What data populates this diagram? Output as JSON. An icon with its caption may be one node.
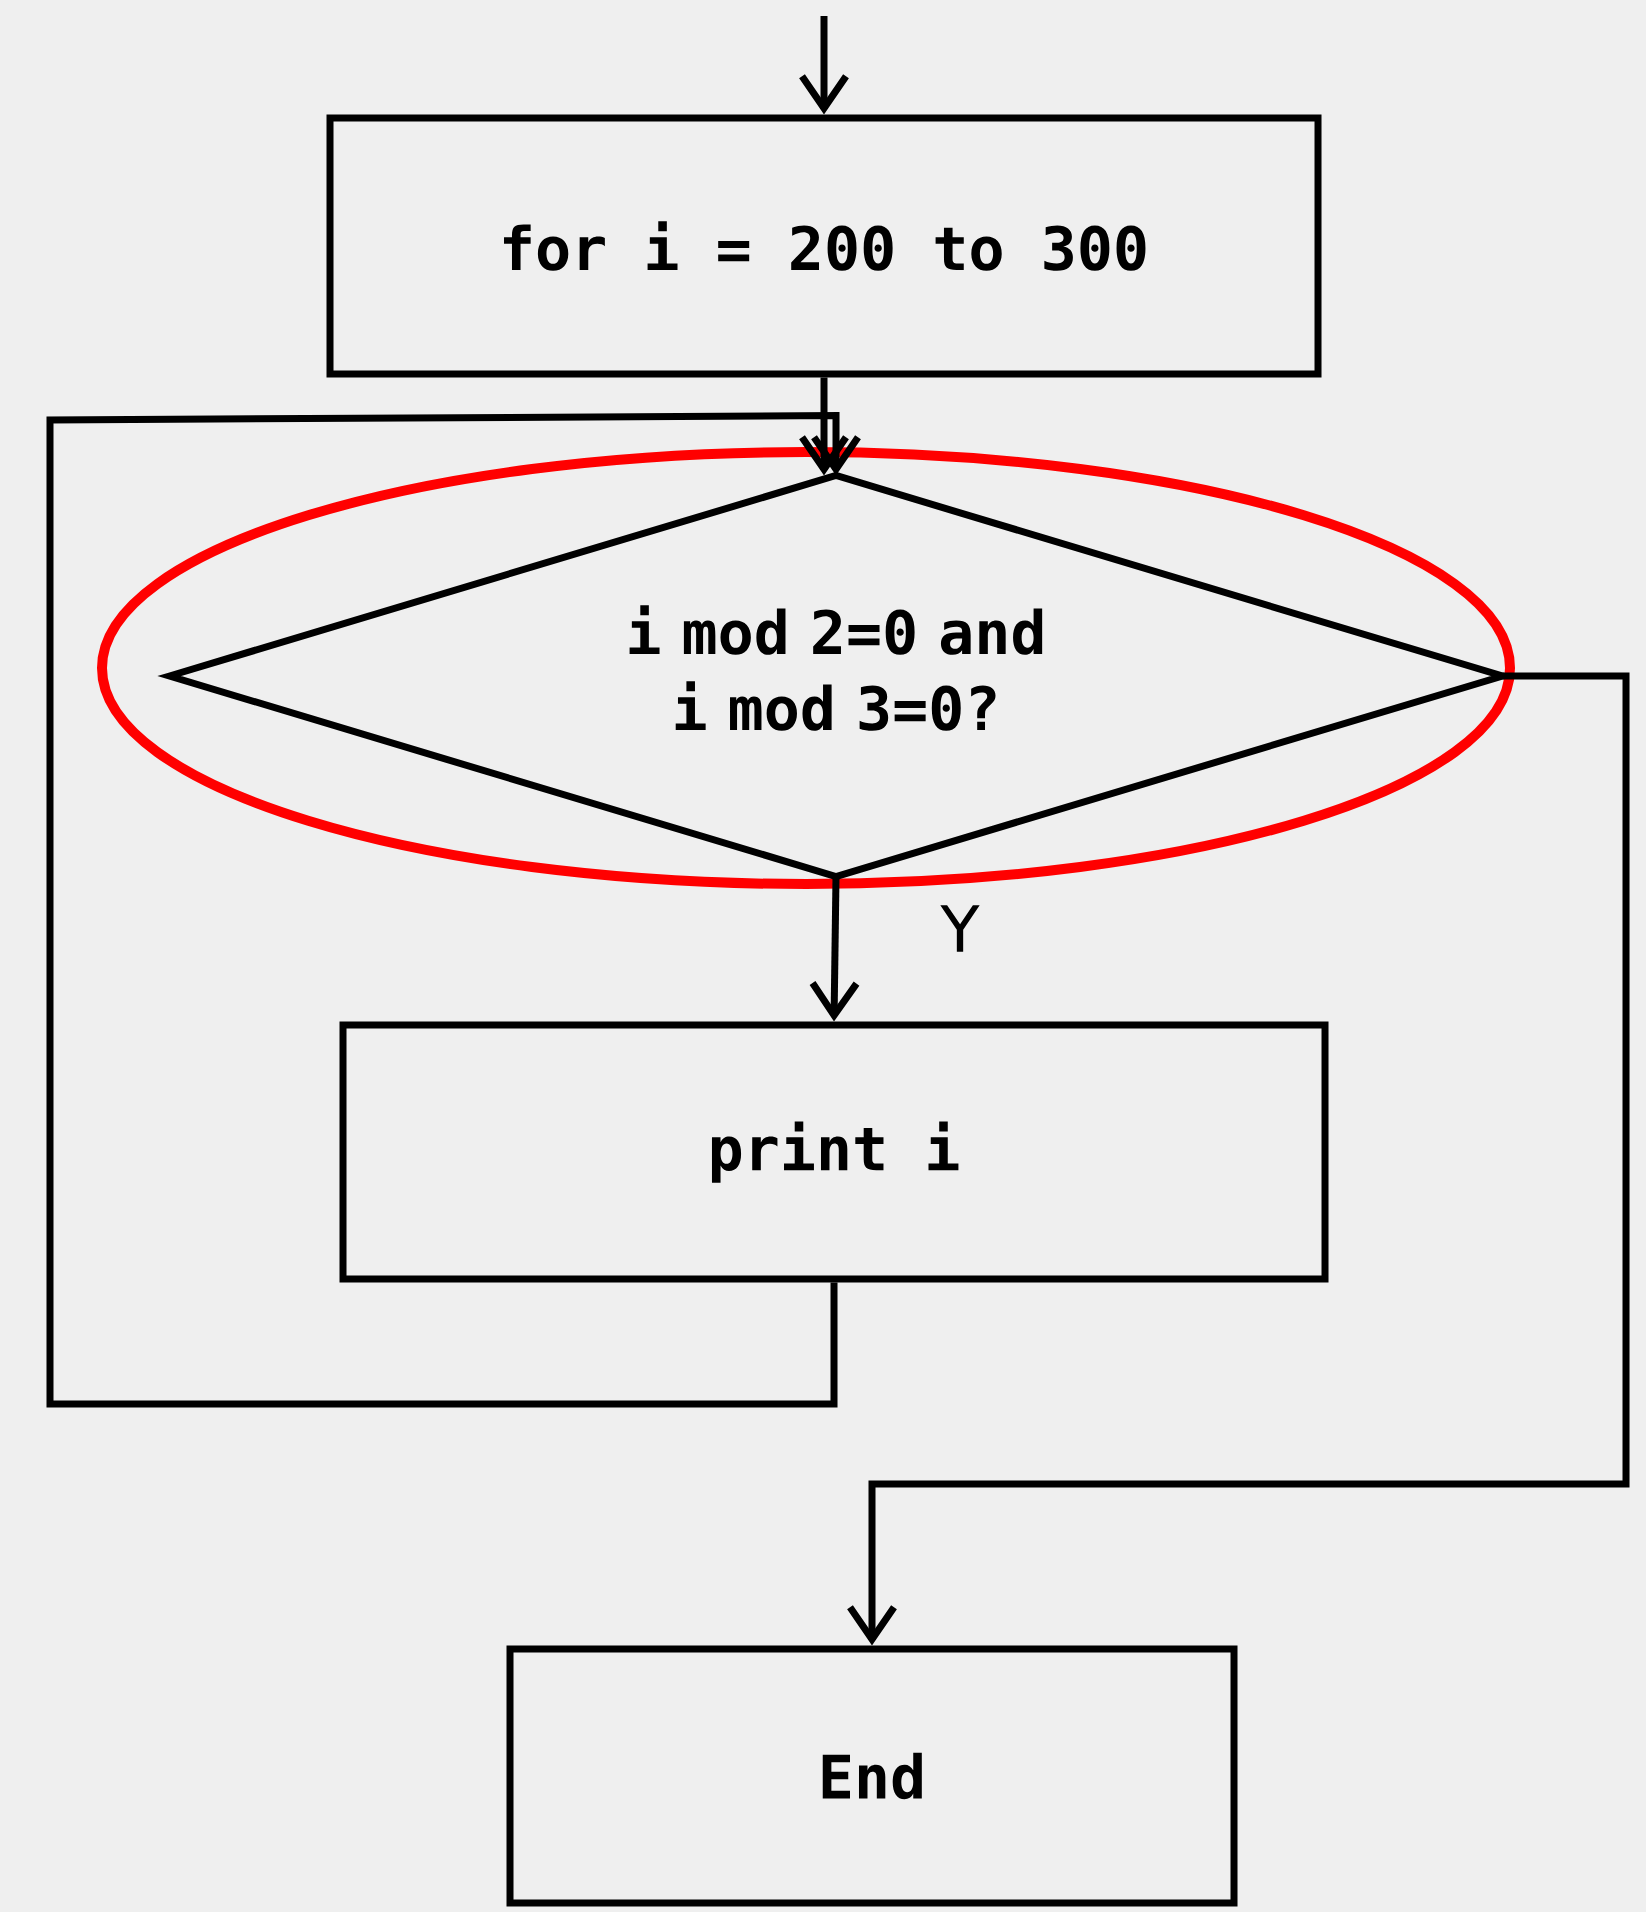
{
  "diagram": {
    "nodes": [
      {
        "text": [
          "for i = 200 to 300"
        ]
      },
      {
        "text": [
          "i mod 2=0 and i mod 3=0?"
        ]
      },
      {
        "text": [
          "print i"
        ]
      },
      {
        "text": [
          "End"
        ]
      }
    ],
    "edges": [
      {
        "from": null,
        "to": 0,
        "arrow": "to"
      },
      {
        "from": 0,
        "to": 1,
        "arrow": "to"
      },
      {
        "from": 1,
        "to": 2,
        "arrow": "to",
        "label": "Y"
      },
      {
        "from": 2,
        "to": 1,
        "arrow": "to"
      },
      {
        "from": 1,
        "to": 3,
        "arrow": "to"
      }
    ]
  }
}
